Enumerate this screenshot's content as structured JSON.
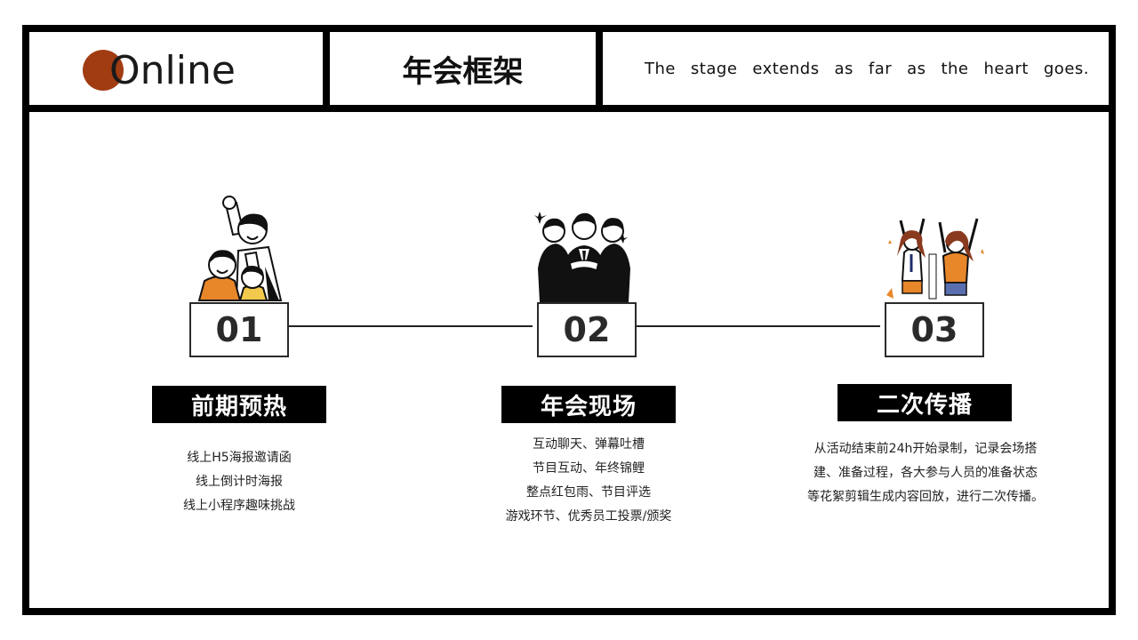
{
  "header": {
    "brand": "Online",
    "title": "年会框架",
    "tagline_words": [
      "The",
      "stage",
      "extends",
      "as",
      "far",
      "as",
      "the",
      "heart",
      "goes."
    ]
  },
  "colors": {
    "accent": "#a13c12",
    "frame": "#000000",
    "label_bg": "#000000",
    "orange": "#e8862a"
  },
  "steps": [
    {
      "number": "01",
      "label": "前期预热",
      "lines": [
        "线上H5海报邀请函",
        "线上倒计时海报",
        "线上小程序趣味挑战"
      ]
    },
    {
      "number": "02",
      "label": "年会现场",
      "lines": [
        "互动聊天、弹幕吐槽",
        "节目互动、年终锦鲤",
        "整点红包雨、节目评选",
        "游戏环节、优秀员工投票/颁奖"
      ]
    },
    {
      "number": "03",
      "label": "二次传播",
      "lines": [
        "从活动结束前24h开始录制，记录会场搭",
        "建、准备过程，各大参与人员的准备状态",
        "等花絮剪辑生成内容回放，进行二次传播。"
      ]
    }
  ]
}
